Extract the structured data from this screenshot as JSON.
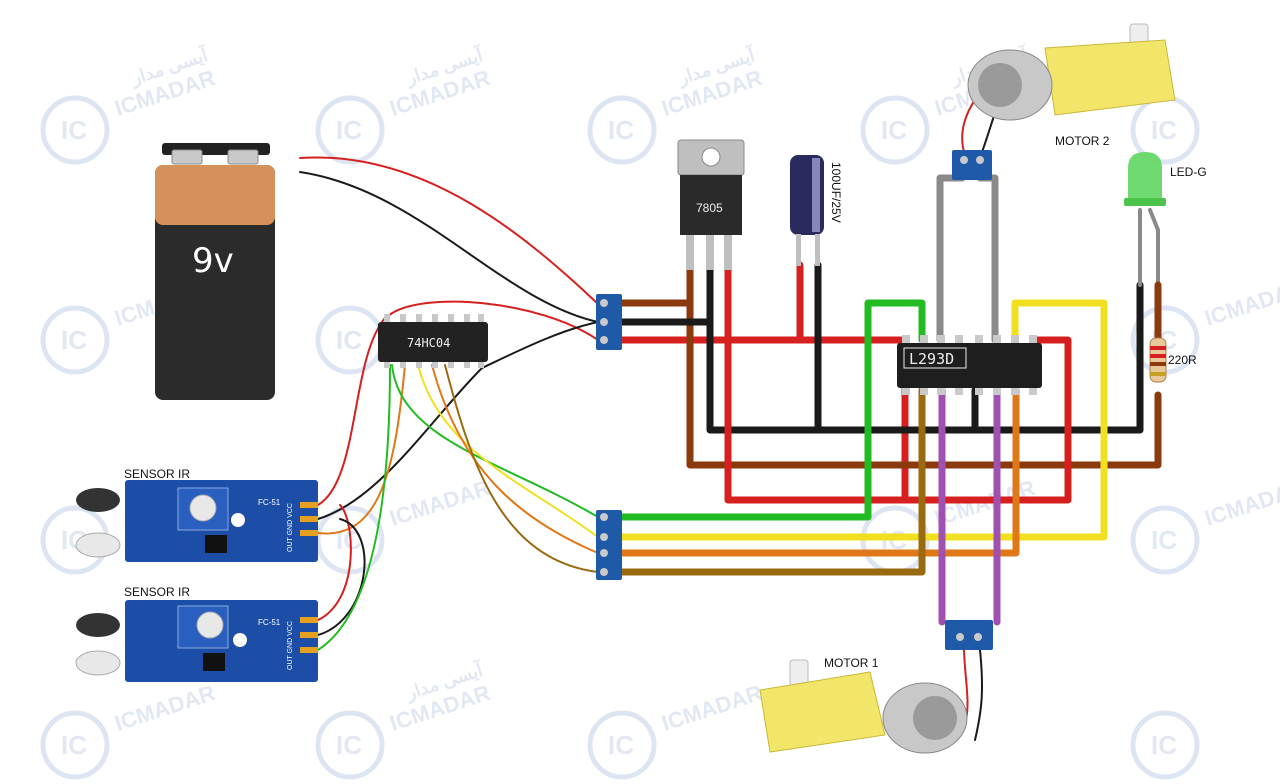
{
  "watermark": {
    "latin": "ICMADAR",
    "persian": "آیسی مدار",
    "badge": "IC"
  },
  "battery": {
    "label": "9v"
  },
  "inverter_chip": {
    "label": "74HC04"
  },
  "driver_chip": {
    "label": "L293D"
  },
  "regulator": {
    "label": "7805"
  },
  "capacitor": {
    "label": "100UF/25V"
  },
  "led": {
    "label": "LED-G"
  },
  "resistor": {
    "label": "220R"
  },
  "motor1": {
    "label": "MOTOR 1"
  },
  "motor2": {
    "label": "MOTOR 2"
  },
  "sensors": [
    {
      "title": "SENSOR IR",
      "model": "FC-51",
      "pins": "OUT GND VCC"
    },
    {
      "title": "SENSOR IR",
      "model": "FC-51",
      "pins": "OUT GND VCC"
    }
  ],
  "colors": {
    "red": "#d62020",
    "black": "#1a1a1a",
    "brown": "#8b3a0e",
    "green": "#22bb22",
    "yellow": "#f0e020",
    "orange": "#e07818",
    "olive": "#9a6a10",
    "purple": "#a050b0",
    "gray": "#8a8a8a",
    "terminal": "#1e5aa8",
    "board": "#1c4ea8"
  }
}
